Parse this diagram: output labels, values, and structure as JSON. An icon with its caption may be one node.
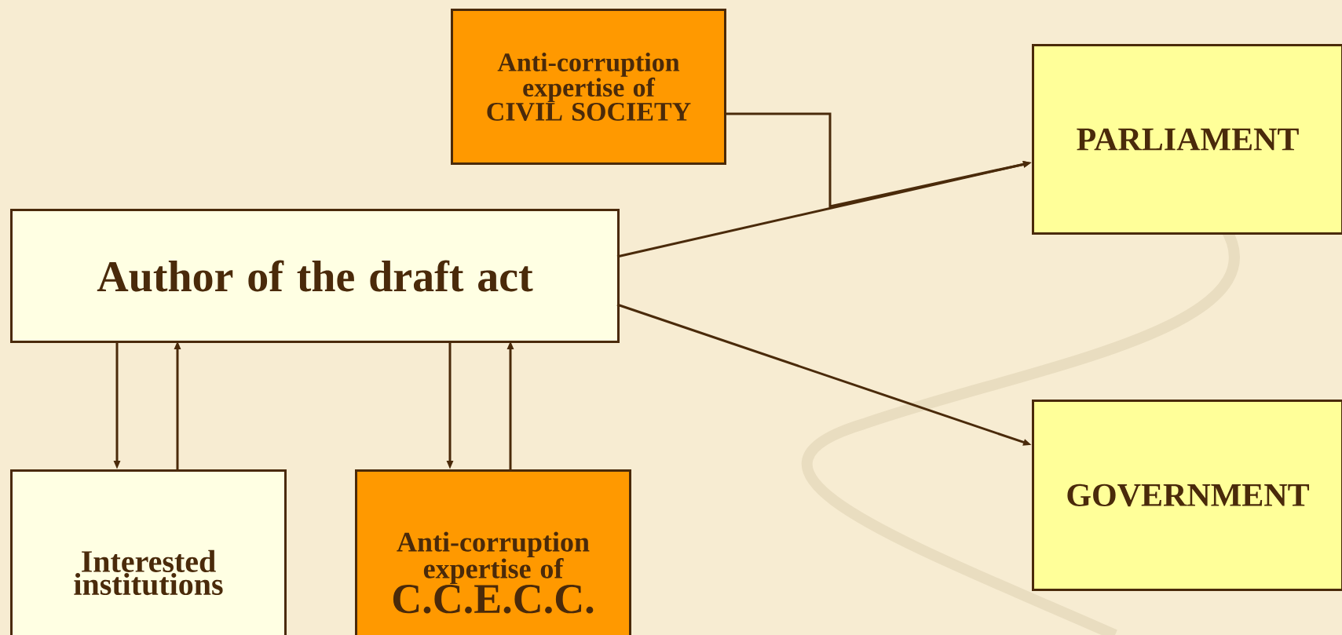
{
  "diagram": {
    "nodes": [
      {
        "text": [
          "Anti-corruption expertise of CIVIL SOCIETY"
        ]
      },
      {
        "text": [
          "PARLIAMENT"
        ]
      },
      {
        "text": [
          "Author of the draft act"
        ]
      },
      {
        "text": [
          "GOVERNMENT"
        ]
      },
      {
        "text": [
          "Interested institutions"
        ]
      },
      {
        "text": [
          "Anti-corruption expertise of",
          "C.C.E.C.C."
        ]
      }
    ],
    "edges": [
      {
        "from": 2,
        "to": 1,
        "arrow": "to"
      },
      {
        "from": 0,
        "to": 1,
        "arrow": "to"
      },
      {
        "from": 2,
        "to": 3,
        "arrow": "to"
      },
      {
        "from": 2,
        "to": 4,
        "arrow": "to"
      },
      {
        "from": 4,
        "to": 2,
        "arrow": "to"
      },
      {
        "from": 2,
        "to": 5,
        "arrow": "to"
      },
      {
        "from": 5,
        "to": 2,
        "arrow": "to"
      }
    ]
  }
}
